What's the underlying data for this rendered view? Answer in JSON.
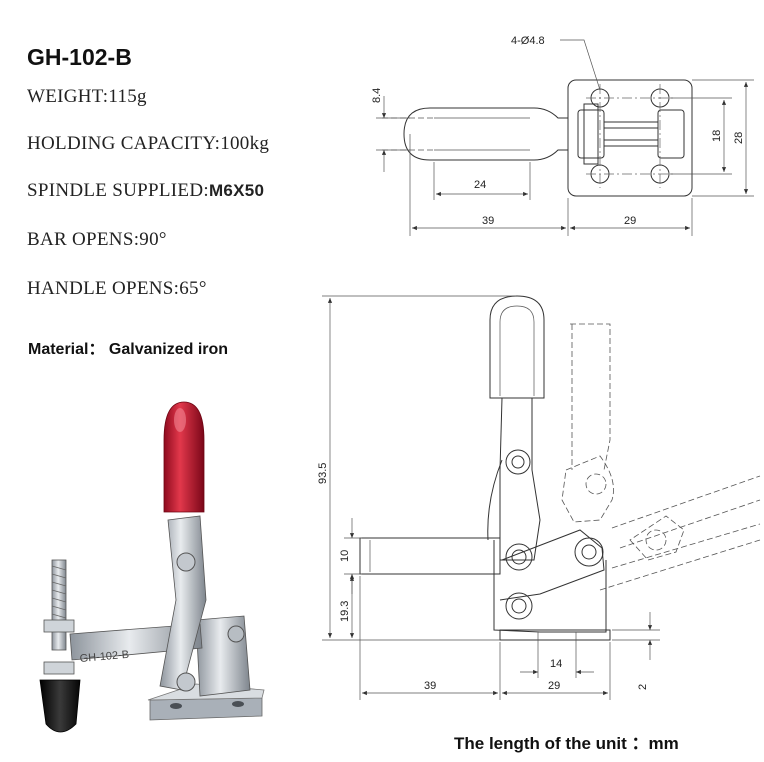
{
  "product": {
    "model": "GH-102-B",
    "engraving": "GH-102-B"
  },
  "specs": [
    {
      "label": "WEIGHT:",
      "value": "115g"
    },
    {
      "label": "HOLDING CAPACITY:",
      "value": "100kg"
    },
    {
      "label": "SPINDLE SUPPLIED:",
      "value": "M6X50"
    },
    {
      "label": "BAR OPENS:",
      "value": "90°"
    },
    {
      "label": "HANDLE OPENS:",
      "value": "65°"
    }
  ],
  "material": "Material： Galvanized iron",
  "unit_note": "The length of the unit ：mm",
  "dimensions": {
    "top_view": {
      "holes": "4-Ø4.8",
      "width_8_4": "8.4",
      "handle_24": "24",
      "left_39": "39",
      "right_29": "29",
      "hole_spacing_18": "18",
      "base_28": "28"
    },
    "side_view": {
      "height_93_5": "93.5",
      "bar_10": "10",
      "base_19_3": "19.3",
      "base_14": "14",
      "left_39": "39",
      "right_29": "29",
      "thickness_2": "2"
    }
  },
  "colors": {
    "handle_red": "#c8102e",
    "rubber_black": "#1a1a1a",
    "steel": "#c9ced4"
  }
}
